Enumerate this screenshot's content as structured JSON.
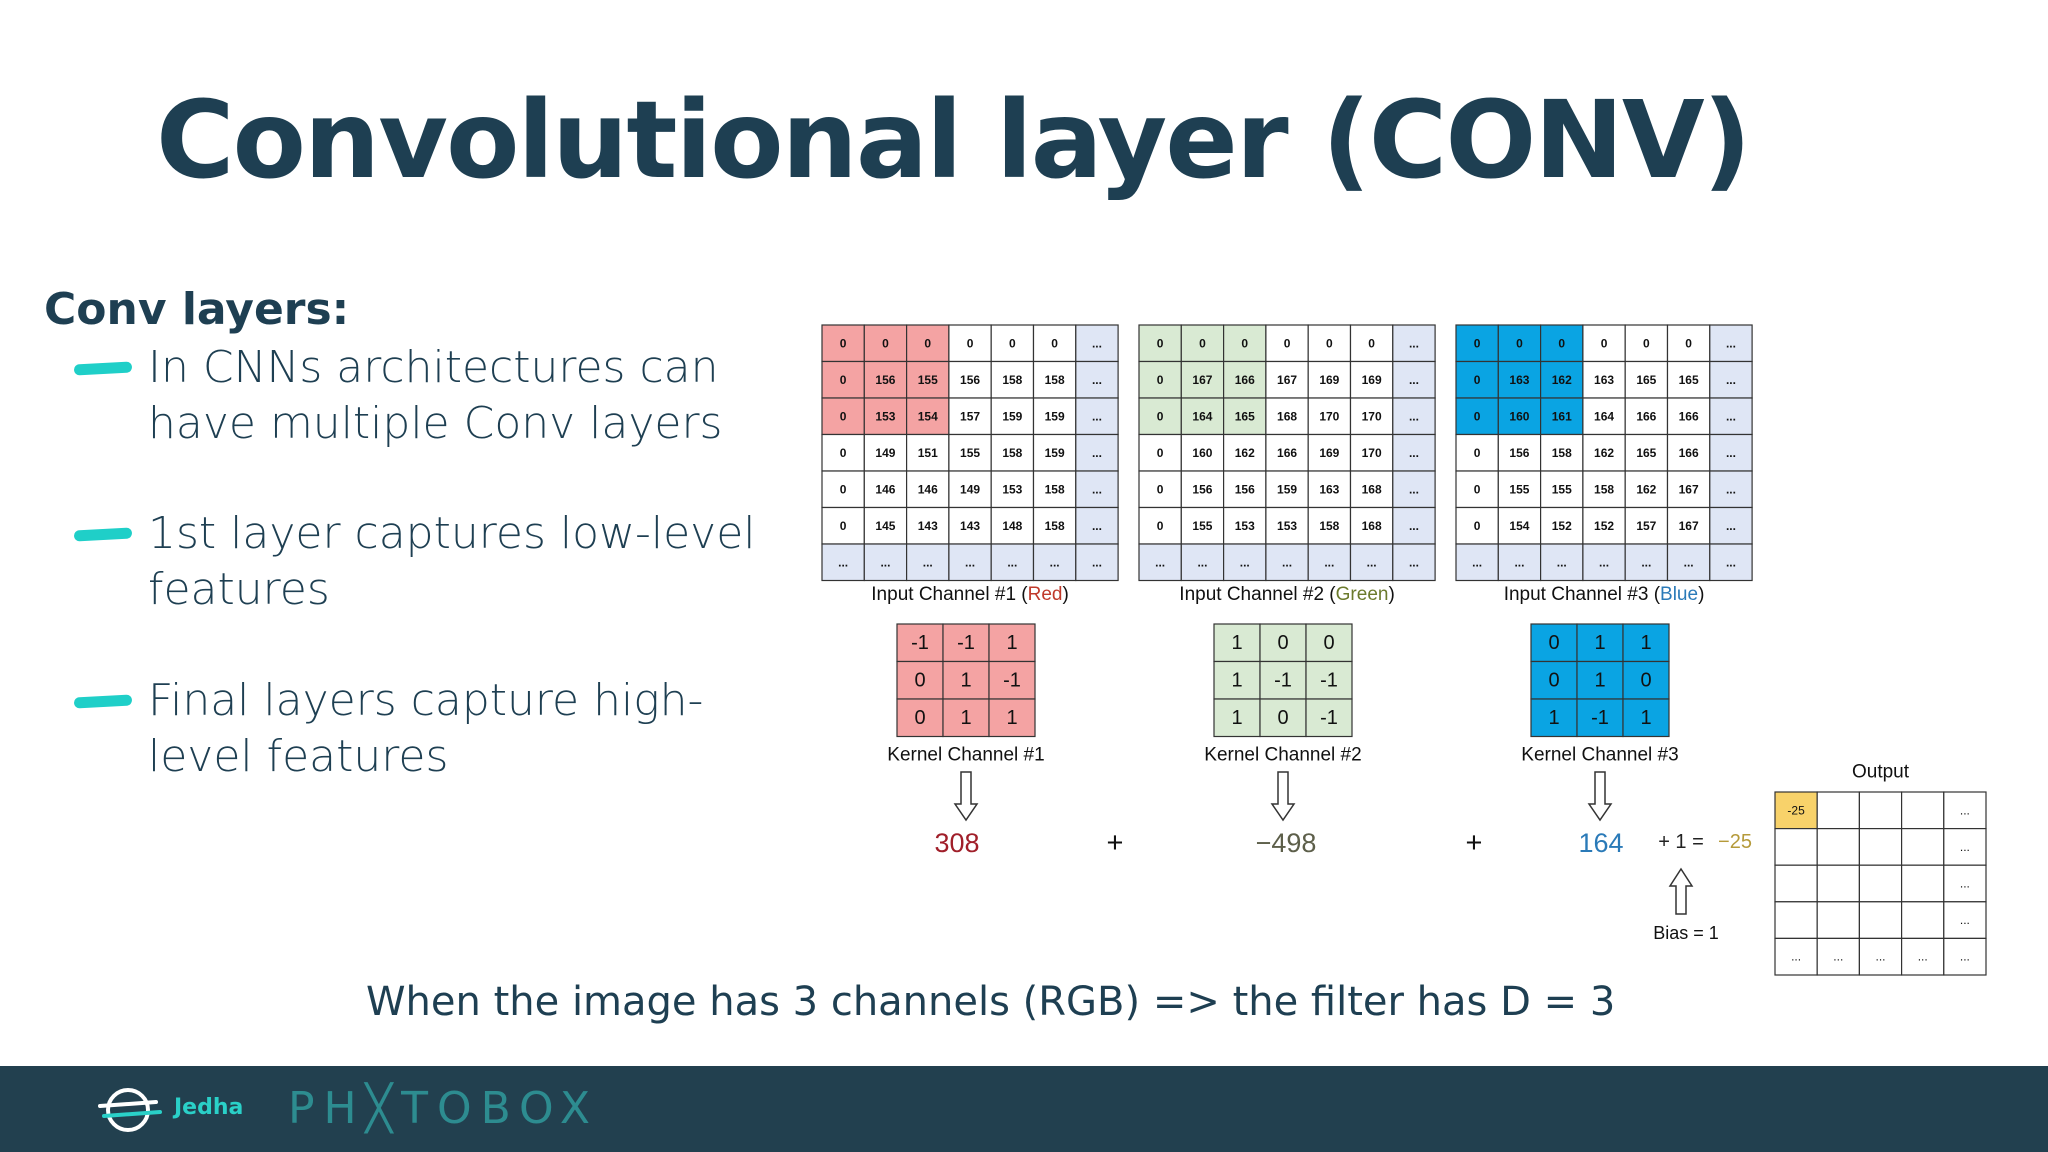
{
  "slide": {
    "title": "Convolutional layer (CONV)",
    "subtitle": "Conv layers:",
    "bullets": [
      "In CNNs architectures can have multiple Conv layers",
      "1st layer captures low-level features",
      "Final layers capture high-level features"
    ],
    "caption": "When the image has 3 channels (RGB) => the filter has D = 3"
  },
  "diagram": {
    "input_channels": [
      {
        "label_prefix": "Input Channel #1 (",
        "label_color_word": "Red",
        "label_suffix": ")",
        "highlight": "#f4a3a3",
        "word_color": "#c0392b",
        "rows": [
          [
            "0",
            "0",
            "0",
            "0",
            "0",
            "0",
            "..."
          ],
          [
            "0",
            "156",
            "155",
            "156",
            "158",
            "158",
            "..."
          ],
          [
            "0",
            "153",
            "154",
            "157",
            "159",
            "159",
            "..."
          ],
          [
            "0",
            "149",
            "151",
            "155",
            "158",
            "159",
            "..."
          ],
          [
            "0",
            "146",
            "146",
            "149",
            "153",
            "158",
            "..."
          ],
          [
            "0",
            "145",
            "143",
            "143",
            "148",
            "158",
            "..."
          ],
          [
            "...",
            "...",
            "...",
            "...",
            "...",
            "...",
            "..."
          ]
        ]
      },
      {
        "label_prefix": "Input Channel #2 (",
        "label_color_word": "Green",
        "label_suffix": ")",
        "highlight": "#d9ead3",
        "word_color": "#6b7a2c",
        "rows": [
          [
            "0",
            "0",
            "0",
            "0",
            "0",
            "0",
            "..."
          ],
          [
            "0",
            "167",
            "166",
            "167",
            "169",
            "169",
            "..."
          ],
          [
            "0",
            "164",
            "165",
            "168",
            "170",
            "170",
            "..."
          ],
          [
            "0",
            "160",
            "162",
            "166",
            "169",
            "170",
            "..."
          ],
          [
            "0",
            "156",
            "156",
            "159",
            "163",
            "168",
            "..."
          ],
          [
            "0",
            "155",
            "153",
            "153",
            "158",
            "168",
            "..."
          ],
          [
            "...",
            "...",
            "...",
            "...",
            "...",
            "...",
            "..."
          ]
        ]
      },
      {
        "label_prefix": "Input Channel #3 (",
        "label_color_word": "Blue",
        "label_suffix": ")",
        "highlight": "#0aa4e3",
        "word_color": "#2a7ab8",
        "rows": [
          [
            "0",
            "0",
            "0",
            "0",
            "0",
            "0",
            "..."
          ],
          [
            "0",
            "163",
            "162",
            "163",
            "165",
            "165",
            "..."
          ],
          [
            "0",
            "160",
            "161",
            "164",
            "166",
            "166",
            "..."
          ],
          [
            "0",
            "156",
            "158",
            "162",
            "165",
            "166",
            "..."
          ],
          [
            "0",
            "155",
            "155",
            "158",
            "162",
            "167",
            "..."
          ],
          [
            "0",
            "154",
            "152",
            "152",
            "157",
            "167",
            "..."
          ],
          [
            "...",
            "...",
            "...",
            "...",
            "...",
            "...",
            "..."
          ]
        ]
      }
    ],
    "kernels": [
      {
        "label": "Kernel Channel #1",
        "fill": "#f4a3a3",
        "rows": [
          [
            "-1",
            "-1",
            "1"
          ],
          [
            "0",
            "1",
            "-1"
          ],
          [
            "0",
            "1",
            "1"
          ]
        ],
        "result": "308",
        "result_color": "#a01f2a"
      },
      {
        "label": "Kernel Channel #2",
        "fill": "#d9ead3",
        "rows": [
          [
            "1",
            "0",
            "0"
          ],
          [
            "1",
            "-1",
            "-1"
          ],
          [
            "1",
            "0",
            "-1"
          ]
        ],
        "result": "−498",
        "result_color": "#5d5f4a"
      },
      {
        "label": "Kernel Channel #3",
        "fill": "#0aa4e3",
        "rows": [
          [
            "0",
            "1",
            "1"
          ],
          [
            "0",
            "1",
            "0"
          ],
          [
            "1",
            "-1",
            "1"
          ]
        ],
        "result": "164",
        "result_color": "#2a7ab8"
      }
    ],
    "plus_sign": "+",
    "bias_term": "+ 1 =",
    "sum_result": "−25",
    "bias_label": "Bias = 1",
    "output": {
      "label": "Output",
      "first_value": "-25",
      "highlight": "#f8d26a",
      "rows": [
        [
          "-25",
          "",
          "",
          "",
          "..."
        ],
        [
          "",
          "",
          "",
          "",
          "..."
        ],
        [
          "",
          "",
          "",
          "",
          "..."
        ],
        [
          "",
          "",
          "",
          "",
          "..."
        ],
        [
          "...",
          "...",
          "...",
          "...",
          "..."
        ]
      ]
    }
  },
  "footer": {
    "brand_jedha": "Jedha",
    "brand_photobox": "PH╳TOBOX"
  },
  "colors": {
    "title": "#1e3f52",
    "accent": "#1fcfc8",
    "footer_bg": "#22404f",
    "grid_blue": "#dfe6f5"
  }
}
